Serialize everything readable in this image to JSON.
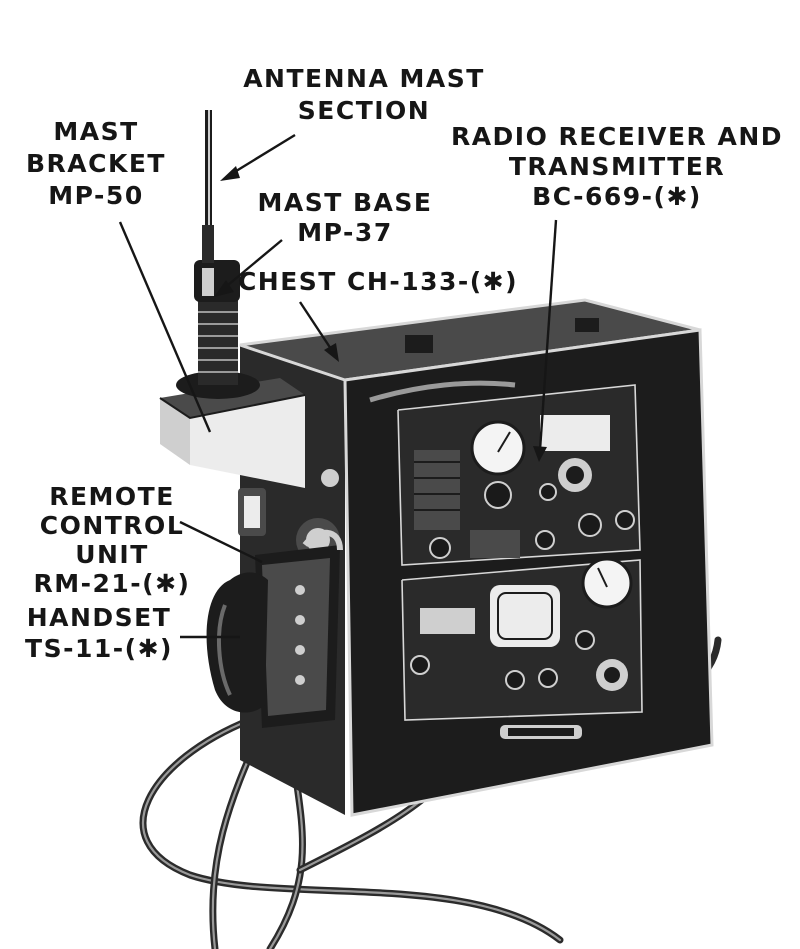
{
  "labels": {
    "antenna_mast_section": [
      "ANTENNA MAST",
      "SECTION"
    ],
    "mast_bracket": [
      "MAST",
      "BRACKET",
      "MP-50"
    ],
    "mast_base": [
      "MAST BASE",
      "MP-37"
    ],
    "radio_receiver_transmitter": [
      "RADIO RECEIVER AND",
      "TRANSMITTER",
      "BC-669-(✱)"
    ],
    "chest": [
      "CHEST CH-133-(✱)"
    ],
    "remote_control_unit": [
      "REMOTE",
      "CONTROL",
      "UNIT",
      "RM-21-(✱)"
    ],
    "handset": [
      "HANDSET",
      "TS-11-(✱)"
    ]
  },
  "colors": {
    "ink": "#161616",
    "background": "#ffffff",
    "chest_body": "#2a2a2a",
    "highlight": "#cfcfcf"
  }
}
